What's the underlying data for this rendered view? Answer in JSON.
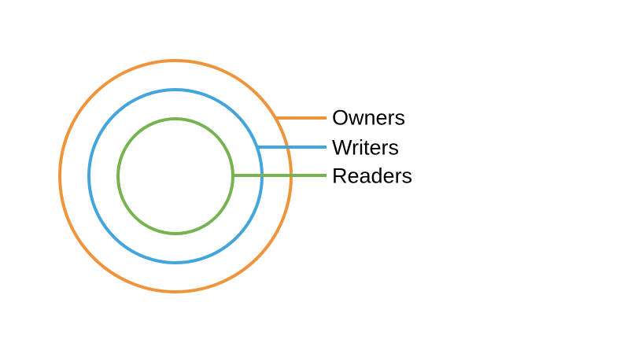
{
  "diagram": {
    "type": "concentric-circles",
    "background": "#ffffff",
    "text_color": "#000000"
  },
  "rings": [
    {
      "label": "Owners",
      "level": "outer",
      "color": "#F0943B"
    },
    {
      "label": "Writers",
      "level": "middle",
      "color": "#44A5DD"
    },
    {
      "label": "Readers",
      "level": "inner",
      "color": "#77B351"
    }
  ]
}
